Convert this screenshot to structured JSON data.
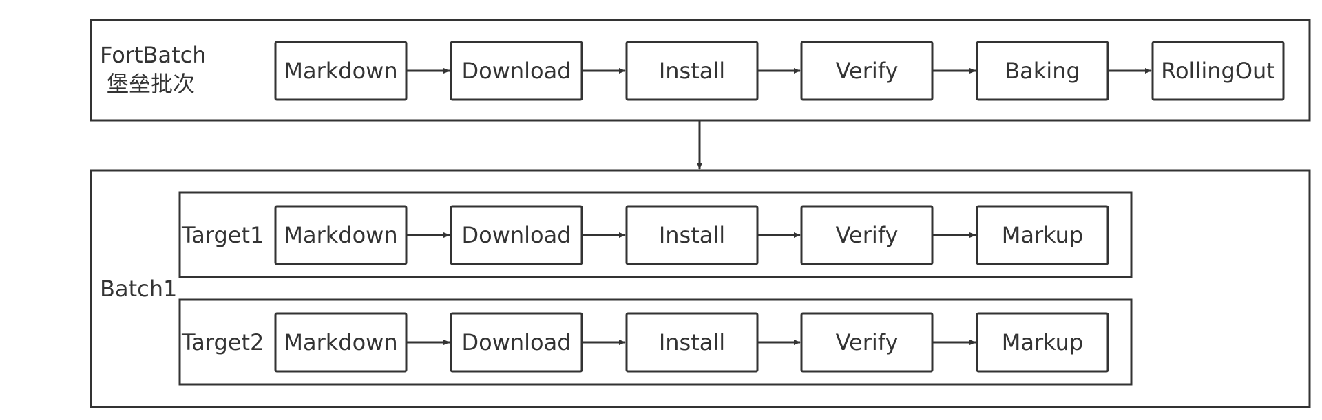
{
  "fort_batch": {
    "label_line1": "FortBatch",
    "label_line2": "堡垒批次",
    "steps": [
      "Markdown",
      "Download",
      "Install",
      "Verify",
      "Baking",
      "RollingOut"
    ]
  },
  "batch": {
    "label": "Batch1",
    "targets": [
      {
        "label": "Target1",
        "steps": [
          "Markdown",
          "Download",
          "Install",
          "Verify",
          "Markup"
        ]
      },
      {
        "label": "Target2",
        "steps": [
          "Markdown",
          "Download",
          "Install",
          "Verify",
          "Markup"
        ]
      }
    ]
  }
}
